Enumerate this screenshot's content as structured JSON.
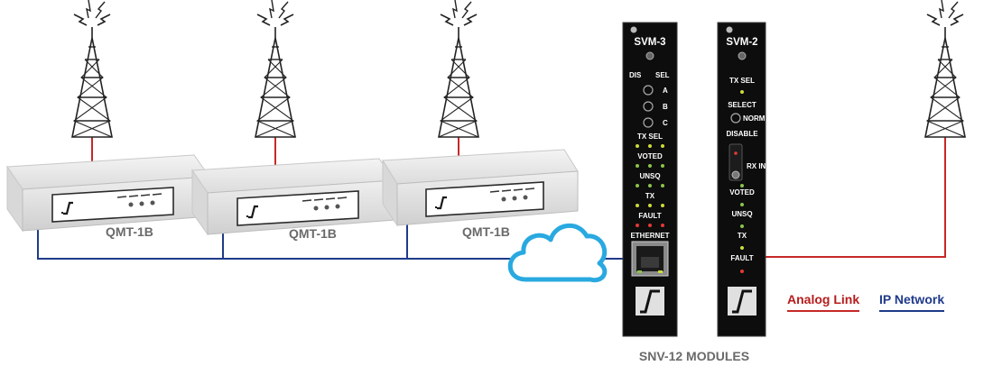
{
  "devices": [
    {
      "label": "QMT-1B"
    },
    {
      "label": "QMT-1B"
    },
    {
      "label": "QMT-1B"
    }
  ],
  "svm3": {
    "title": "SVM-3",
    "dis": "DIS",
    "sel": "SEL",
    "a": "A",
    "b": "B",
    "c": "C",
    "tx_sel": "TX SEL",
    "voted": "VOTED",
    "unsq": "UNSQ",
    "tx": "TX",
    "fault": "FAULT",
    "ethernet": "ETHERNET"
  },
  "svm2": {
    "title": "SVM-2",
    "tx_sel": "TX SEL",
    "select": "SELECT",
    "norm": "NORM",
    "disable": "DISABLE",
    "rx_in": "RX IN",
    "voted": "VOTED",
    "unsq": "UNSQ",
    "tx": "TX",
    "fault": "FAULT"
  },
  "modules_caption": "SNV-12 MODULES",
  "legend": {
    "analog": "Analog Link",
    "ip": "IP Network"
  },
  "colors": {
    "analog_link": "#c62828",
    "ip_network": "#1f3a8a",
    "cloud": "#29a9e0",
    "panel": "#0d0d0d",
    "led_green": "#8bc34a",
    "led_yellow": "#cddc39",
    "led_red": "#e53935"
  },
  "icons": [
    "radio-tower-icon",
    "cloud-icon",
    "ethernet-port-icon",
    "logo-icon"
  ]
}
